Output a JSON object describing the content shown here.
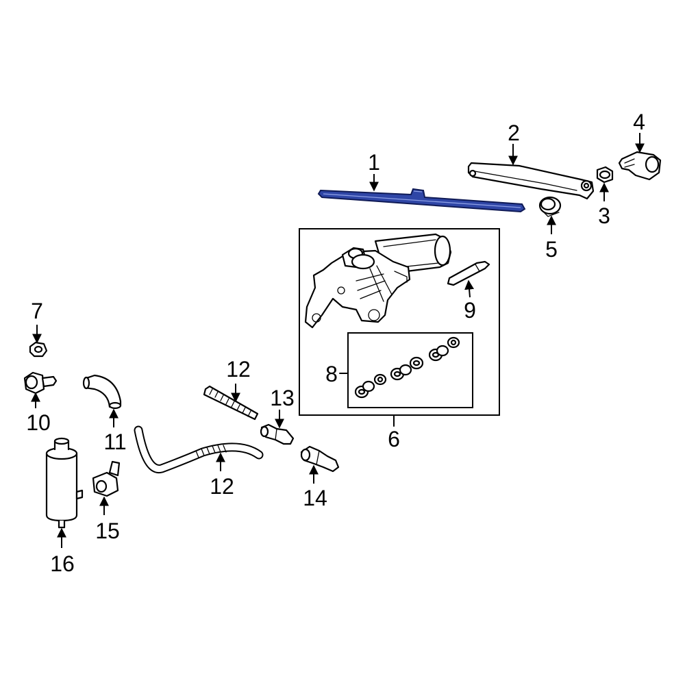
{
  "diagram": {
    "highlight_color": "#2F46A6",
    "highlighted_part": "1",
    "callouts": {
      "c1": "1",
      "c2": "2",
      "c3": "3",
      "c4": "4",
      "c5": "5",
      "c6": "6",
      "c7": "7",
      "c8": "8",
      "c9": "9",
      "c10": "10",
      "c11": "11",
      "c12a": "12",
      "c12b": "12",
      "c13": "13",
      "c14": "14",
      "c15": "15",
      "c16": "16"
    }
  }
}
